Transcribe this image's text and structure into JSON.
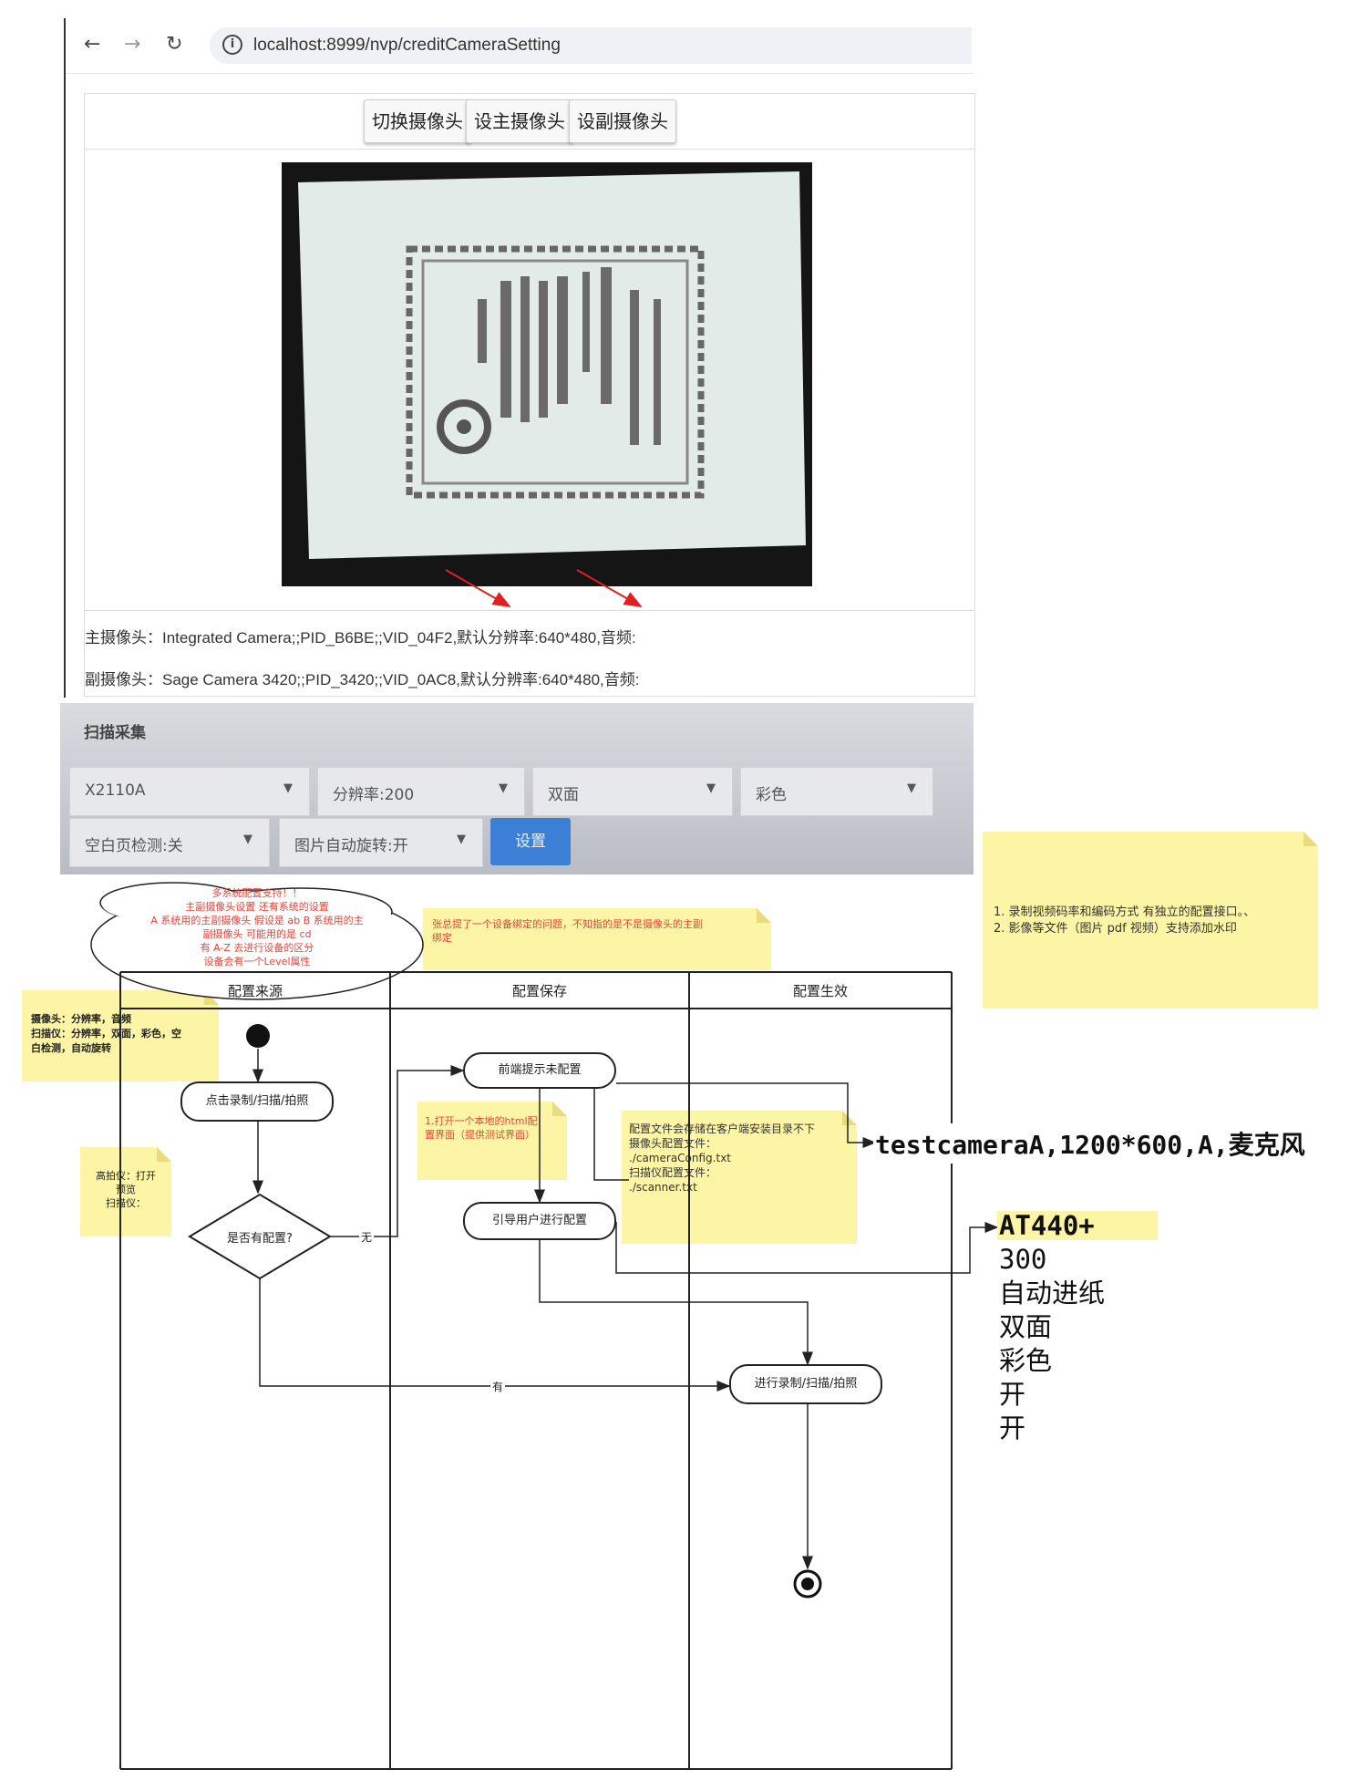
{
  "browser": {
    "url": "localhost:8999/nvp/creditCameraSetting",
    "buttons": {
      "switch": "切换摄像头",
      "set_main": "设主摄像头",
      "set_sub": "设副摄像头"
    },
    "main_camera": "主摄像头：Integrated Camera;;PID_B6BE;;VID_04F2,默认分辨率:640*480,音频:",
    "sub_camera": "副摄像头：Sage Camera 3420;;PID_3420;;VID_0AC8,默认分辨率:640*480,音频:"
  },
  "scanner": {
    "title": "扫描采集",
    "fields": [
      "X2110A",
      "分辨率:200",
      "双面",
      "彩色",
      "空白页检测:关",
      "图片自动旋转:开"
    ],
    "set_button": "设置"
  },
  "notes": {
    "cloud": [
      "多系统配置支持！！",
      "主副摄像头设置 还有系统的设置",
      "A 系统用的主副摄像头 假设是 ab  B 系统用的主",
      "副摄像头 可能用的是 cd",
      "有 A-Z 去进行设备的区分",
      "设备会有一个Level属性"
    ],
    "binding": [
      "张总提了一个设备绑定的问题，不知指的是不是摄像头的主副",
      "绑定"
    ],
    "right_top": [
      "1. 录制视频码率和编码方式 有独立的配置接口。、",
      "2. 影像等文件（图片 pdf 视频）支持添加水印"
    ],
    "devices": [
      "摄像头：分辨率，音频",
      "扫描仪：分辨率，双面，彩色，空",
      "白检测，自动旋转"
    ],
    "gaopaiyi": [
      "高拍仪：打开",
      "预览",
      "扫描仪："
    ],
    "html_note": [
      "1.打开一个本地的html配",
      "置界面（提供测试界面）"
    ],
    "config_file": [
      "配置文件会存储在客户端安装目录不下",
      "摄像头配置文件：",
      "./cameraConfig.txt",
      "扫描仪配置文件：",
      "./scanner.txt"
    ]
  },
  "diagram": {
    "lanes": [
      "配置来源",
      "配置保存",
      "配置生效"
    ],
    "nodes": {
      "click": "点击录制/扫描/拍照",
      "decision": "是否有配置?",
      "prompt": "前端提示未配置",
      "guide": "引导用户进行配置",
      "run": "进行录制/扫描/拍照"
    },
    "edge_labels": {
      "no": "无",
      "yes": "有"
    }
  },
  "outputs": {
    "camera": "testcameraA,1200*600,A,麦克风",
    "scanner": [
      "AT440+",
      "300",
      "自动进纸",
      "双面",
      "彩色",
      "开",
      "开"
    ]
  }
}
